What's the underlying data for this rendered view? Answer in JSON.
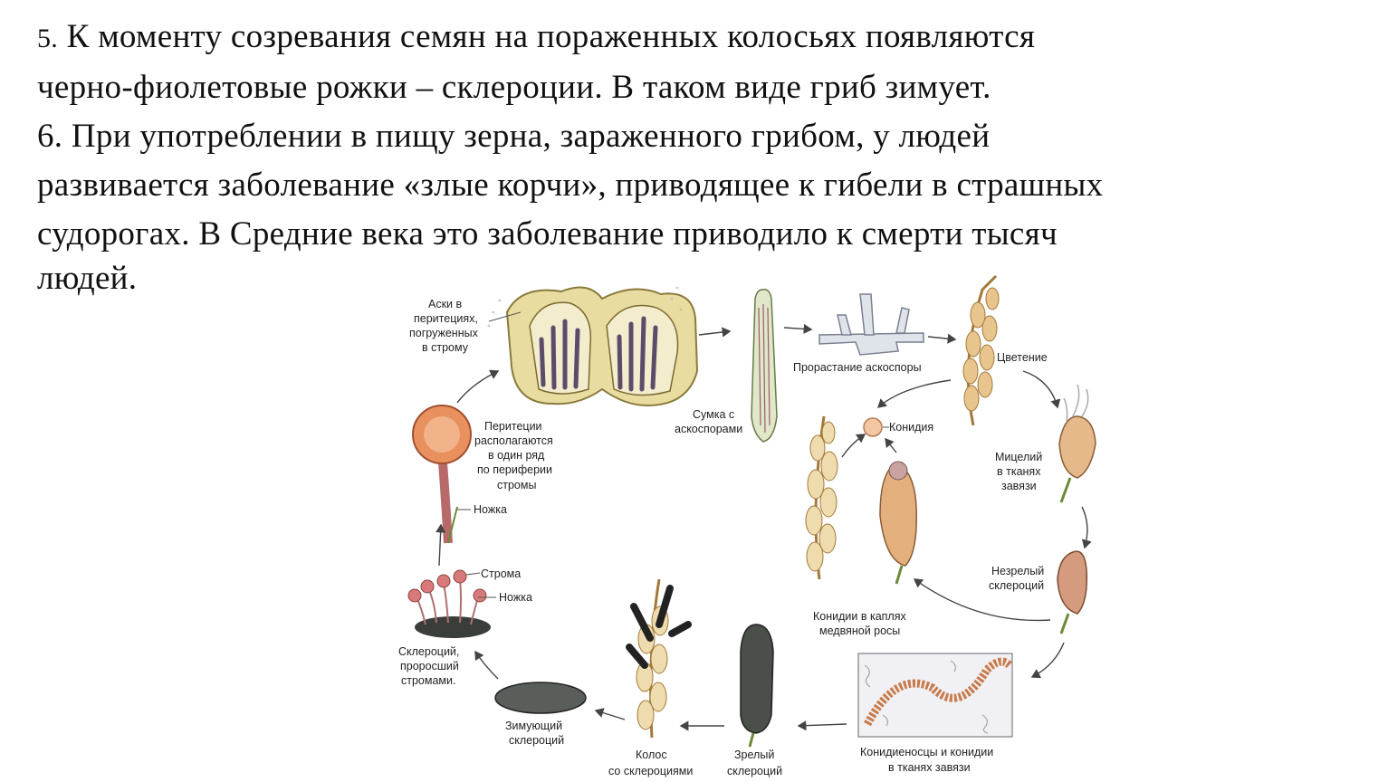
{
  "text": {
    "p5_num": "5.",
    "p5_line1": "К моменту созревания  семян на пораженных колосьях появляются",
    "p5_line2": "черно-фиолетовые рожки – склероции. В таком виде гриб зимует.",
    "p6_line1": "6. При употреблении в пищу зерна, зараженного грибом, у людей",
    "p6_line2": "развивается заболевание «злые корчи», приводящее к гибели в страшных",
    "p6_line3": "судорогах. В Средние века это заболевание приводило к смерти тысяч",
    "p6_line4": "людей."
  },
  "diagram": {
    "labels": {
      "asci_1": "Аски в",
      "asci_2": "перитециях,",
      "asci_3": "погруженных",
      "asci_4": "в строму",
      "ascus_1": "Сумка с",
      "ascus_2": "аскоспорами",
      "germ": "Прорастание аскоспоры",
      "flowering": "Цветение",
      "conidia": "Конидия",
      "mycelium_1": "Мицелий",
      "mycelium_2": "в тканях",
      "mycelium_3": "завязи",
      "perit_1": "Перитеции",
      "perit_2": "располагаются",
      "perit_3": "в один ряд",
      "perit_4": "по периферии",
      "perit_5": "стромы",
      "stalk_top": "Ножка",
      "stroma": "Строма",
      "stalk": "Ножка",
      "scl_strom_1": "Склероций,",
      "scl_strom_2": "проросший",
      "scl_strom_3": "стромами.",
      "immature_1": "Незрелый",
      "immature_2": "склероций",
      "conidia_drops_1": "Конидии в каплях",
      "conidia_drops_2": "медвяной росы",
      "winter_1": "Зимующий",
      "winter_2": "склероций",
      "ear_1": "Колос",
      "ear_2": "со склероциями",
      "mature_1": "Зрелый",
      "mature_2": "склероций",
      "conidiophores_1": "Конидиеносцы и конидии",
      "conidiophores_2": "в тканях завязи"
    }
  }
}
